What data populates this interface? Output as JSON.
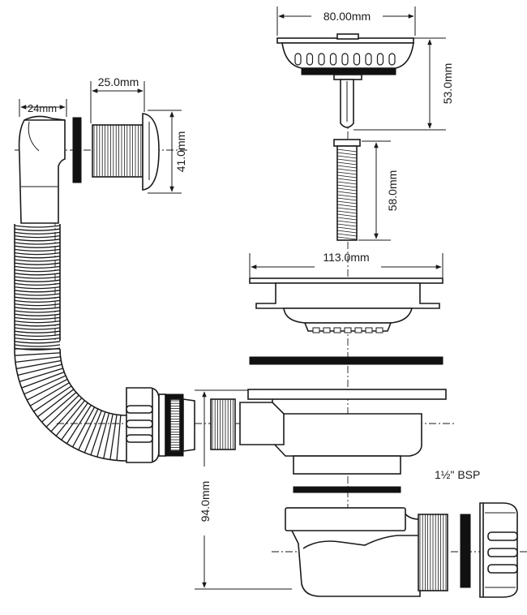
{
  "dimensions": {
    "strainer_width": "80.00mm",
    "strainer_height": "53.0mm",
    "overflow_flange_width": "24mm",
    "overflow_thread_length": "25.0mm",
    "overflow_diameter": "41.0mm",
    "screw_length": "58.0mm",
    "flange_diameter": "113.0mm",
    "trap_height": "94.0mm"
  },
  "labels": {
    "thread_size": "1½\" BSP"
  },
  "colors": {
    "line": "#1a1a1a",
    "seal": "#111111",
    "background": "#ffffff"
  }
}
